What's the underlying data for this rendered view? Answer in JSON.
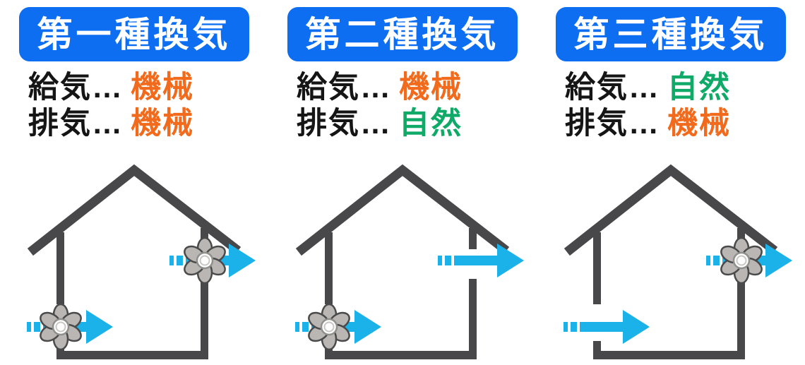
{
  "colors": {
    "header_bg": "#0d6ef2",
    "header_text": "#ffffff",
    "text": "#151515",
    "mechanical": "#f26a1b",
    "natural": "#0fa968",
    "arrow": "#1bb1e9",
    "house": "#48484a",
    "fan_blade": "#b9b6b3",
    "fan_outline": "#4a4a4b",
    "hub_ring": "#8f8f8c"
  },
  "panels": [
    {
      "title": "第一種換気",
      "supply": {
        "label": "給気…",
        "value": "機械",
        "type": "mechanical"
      },
      "exhaust": {
        "label": "排気…",
        "value": "機械",
        "type": "mechanical"
      },
      "house": {
        "supply_fan": true,
        "exhaust_fan": true
      }
    },
    {
      "title": "第二種換気",
      "supply": {
        "label": "給気…",
        "value": "機械",
        "type": "mechanical"
      },
      "exhaust": {
        "label": "排気…",
        "value": "自然",
        "type": "natural"
      },
      "house": {
        "supply_fan": true,
        "exhaust_fan": false
      }
    },
    {
      "title": "第三種換気",
      "supply": {
        "label": "給気…",
        "value": "自然",
        "type": "natural"
      },
      "exhaust": {
        "label": "排気…",
        "value": "機械",
        "type": "mechanical"
      },
      "house": {
        "supply_fan": false,
        "exhaust_fan": true
      }
    }
  ]
}
